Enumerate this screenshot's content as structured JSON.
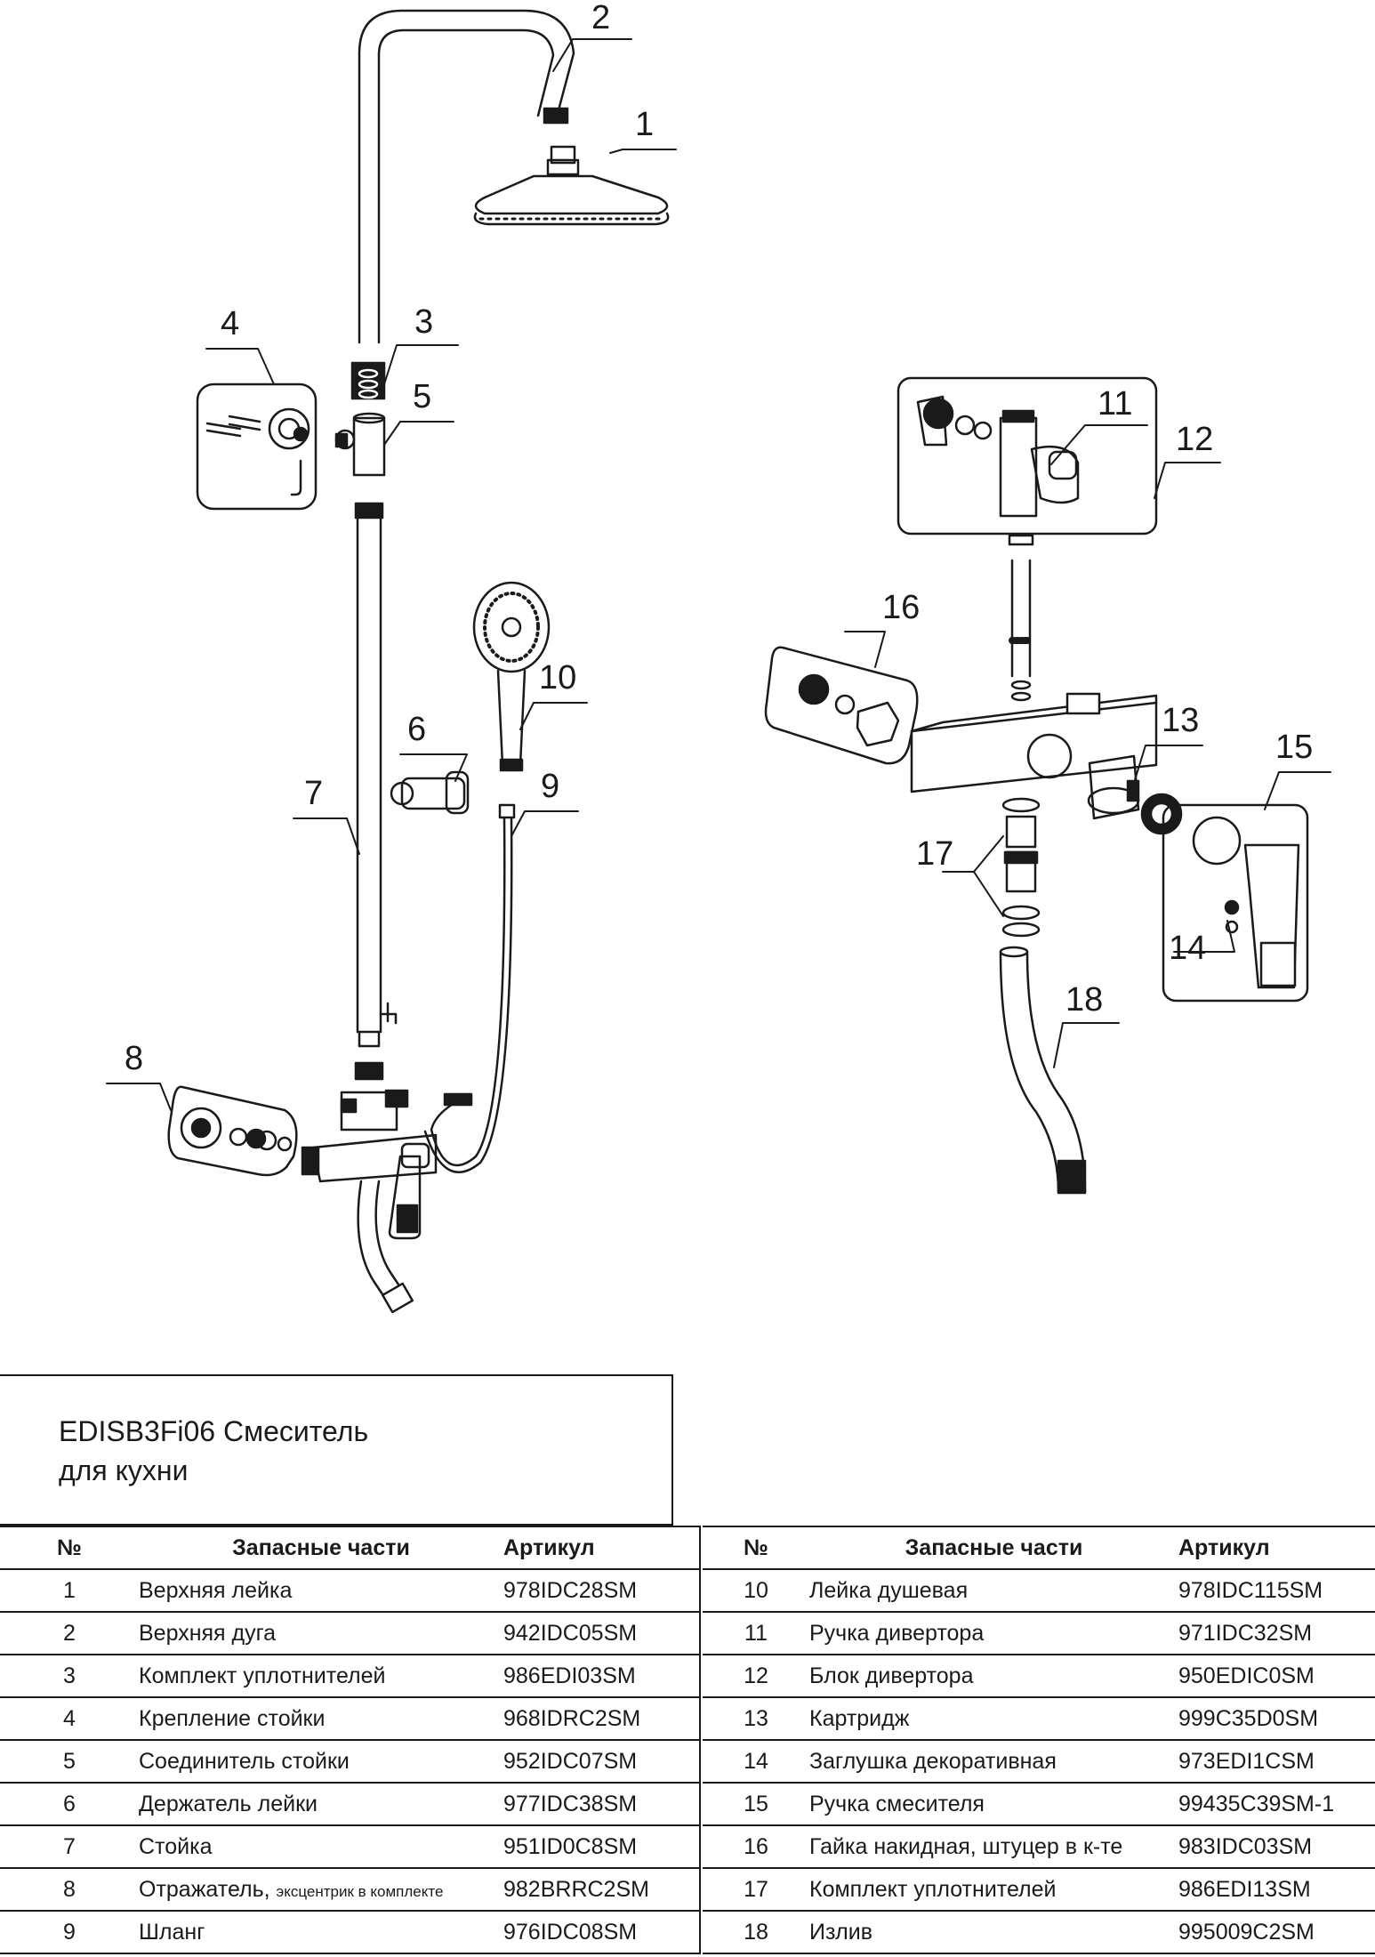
{
  "diagram": {
    "callouts": [
      "1",
      "2",
      "3",
      "4",
      "5",
      "6",
      "7",
      "8",
      "9",
      "10",
      "11",
      "12",
      "13",
      "14",
      "15",
      "16",
      "17",
      "18"
    ]
  },
  "title": {
    "line1": "EDISB3Fi06 Смеситель",
    "line2": "для кухни"
  },
  "table": {
    "headers": {
      "num": "№",
      "name": "Запасные части",
      "code": "Артикул"
    },
    "left_rows": [
      {
        "num": "1",
        "name": "Верхняя лейка",
        "note": "",
        "code": "978IDC28SM"
      },
      {
        "num": "2",
        "name": "Верхняя дуга",
        "note": "",
        "code": "942IDC05SM"
      },
      {
        "num": "3",
        "name": "Комплект уплотнителей",
        "note": "",
        "code": "986EDI03SM"
      },
      {
        "num": "4",
        "name": "Крепление стойки",
        "note": "",
        "code": "968IDRC2SM"
      },
      {
        "num": "5",
        "name": "Соединитель стойки",
        "note": "",
        "code": "952IDC07SM"
      },
      {
        "num": "6",
        "name": "Держатель лейки",
        "note": "",
        "code": "977IDC38SM"
      },
      {
        "num": "7",
        "name": "Стойка",
        "note": "",
        "code": "951ID0C8SM"
      },
      {
        "num": "8",
        "name": "Отражатель,",
        "note": "эксцентрик в комплекте",
        "code": "982BRRC2SM"
      },
      {
        "num": "9",
        "name": "Шланг",
        "note": "",
        "code": "976IDC08SM"
      }
    ],
    "right_rows": [
      {
        "num": "10",
        "name": "Лейка душевая",
        "note": "",
        "code": "978IDC115SM"
      },
      {
        "num": "11",
        "name": "Ручка дивертора",
        "note": "",
        "code": "971IDC32SM"
      },
      {
        "num": "12",
        "name": "Блок дивертора",
        "note": "",
        "code": "950EDIC0SM"
      },
      {
        "num": "13",
        "name": "Картридж",
        "note": "",
        "code": "999C35D0SM"
      },
      {
        "num": "14",
        "name": "Заглушка декоративная",
        "note": "",
        "code": "973EDI1CSM"
      },
      {
        "num": "15",
        "name": "Ручка смесителя",
        "note": "",
        "code": "99435C39SM-1"
      },
      {
        "num": "16",
        "name": "Гайка накидная, штуцер в к-те",
        "note": "",
        "code": "983IDC03SM"
      },
      {
        "num": "17",
        "name": "Комплект уплотнителей",
        "note": "",
        "code": "986EDI13SM"
      },
      {
        "num": "18",
        "name": "Излив",
        "note": "",
        "code": "995009C2SM"
      }
    ]
  }
}
